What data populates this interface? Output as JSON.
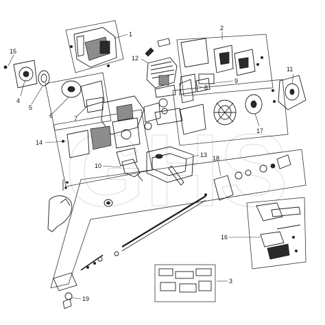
{
  "diagram": {
    "watermark_text": "GHS",
    "callouts": [
      "1",
      "2",
      "3",
      "4",
      "5",
      "6",
      "7",
      "8",
      "9",
      "10",
      "11",
      "12",
      "13",
      "14",
      "15",
      "16",
      "17",
      "18",
      "19"
    ]
  }
}
